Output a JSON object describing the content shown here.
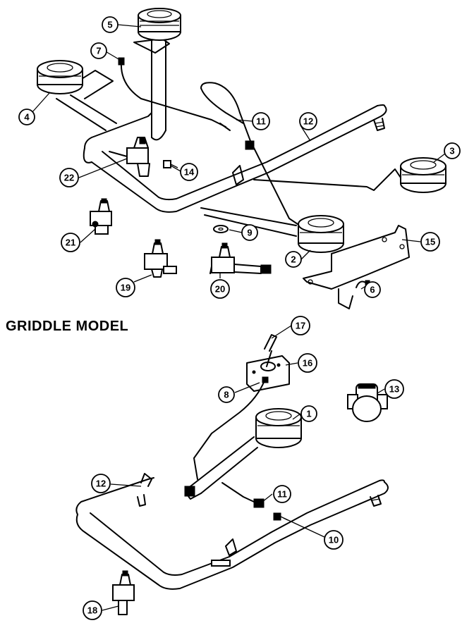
{
  "section_title": "GRIDDLE MODEL",
  "callouts": [
    {
      "id": "c5",
      "label": "5"
    },
    {
      "id": "c7",
      "label": "7"
    },
    {
      "id": "c4",
      "label": "4"
    },
    {
      "id": "c11a",
      "label": "11"
    },
    {
      "id": "c12a",
      "label": "12"
    },
    {
      "id": "c3",
      "label": "3"
    },
    {
      "id": "c22",
      "label": "22"
    },
    {
      "id": "c14",
      "label": "14"
    },
    {
      "id": "c21",
      "label": "21"
    },
    {
      "id": "c9",
      "label": "9"
    },
    {
      "id": "c15",
      "label": "15"
    },
    {
      "id": "c2",
      "label": "2"
    },
    {
      "id": "c19",
      "label": "19"
    },
    {
      "id": "c20",
      "label": "20"
    },
    {
      "id": "c6",
      "label": "6"
    },
    {
      "id": "c17",
      "label": "17"
    },
    {
      "id": "c16",
      "label": "16"
    },
    {
      "id": "c8",
      "label": "8"
    },
    {
      "id": "c13",
      "label": "13"
    },
    {
      "id": "c1",
      "label": "1"
    },
    {
      "id": "c12b",
      "label": "12"
    },
    {
      "id": "c11b",
      "label": "11"
    },
    {
      "id": "c10",
      "label": "10"
    },
    {
      "id": "c18",
      "label": "18"
    }
  ]
}
